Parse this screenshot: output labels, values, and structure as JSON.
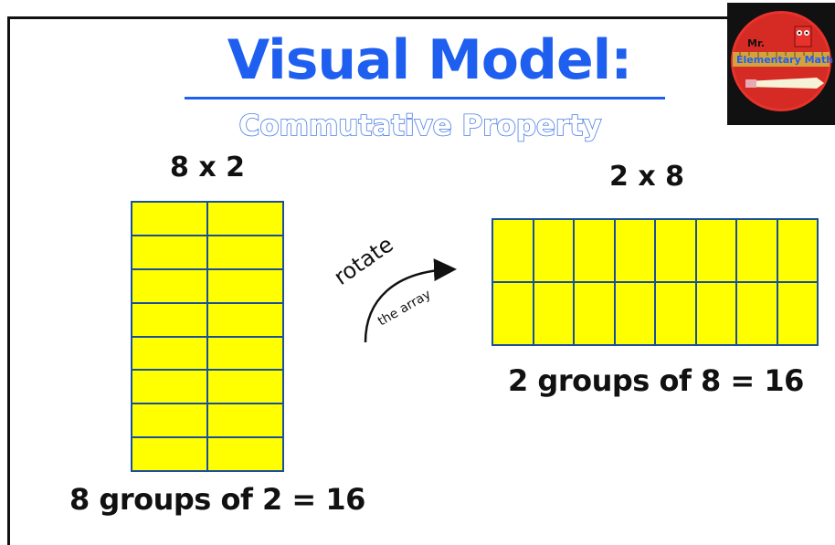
{
  "title": "Visual Model:",
  "subtitle": "Commutative Property",
  "left": {
    "equation": "8 x 2",
    "rows": 8,
    "cols": 2,
    "caption": "8 groups of  2 = 16"
  },
  "right": {
    "equation": "2 x 8",
    "rows": 2,
    "cols": 8,
    "caption": "2 groups of  8 = 16"
  },
  "arrow": {
    "top_text": "rotate",
    "bottom_text": "the array"
  },
  "logo": {
    "line1": "Mr.",
    "line2": "Elementary Math"
  },
  "colors": {
    "title": "#1f5ff0",
    "cell_fill": "#ffff00",
    "cell_border": "#1a4f9a",
    "logo_red": "#e8322c"
  }
}
